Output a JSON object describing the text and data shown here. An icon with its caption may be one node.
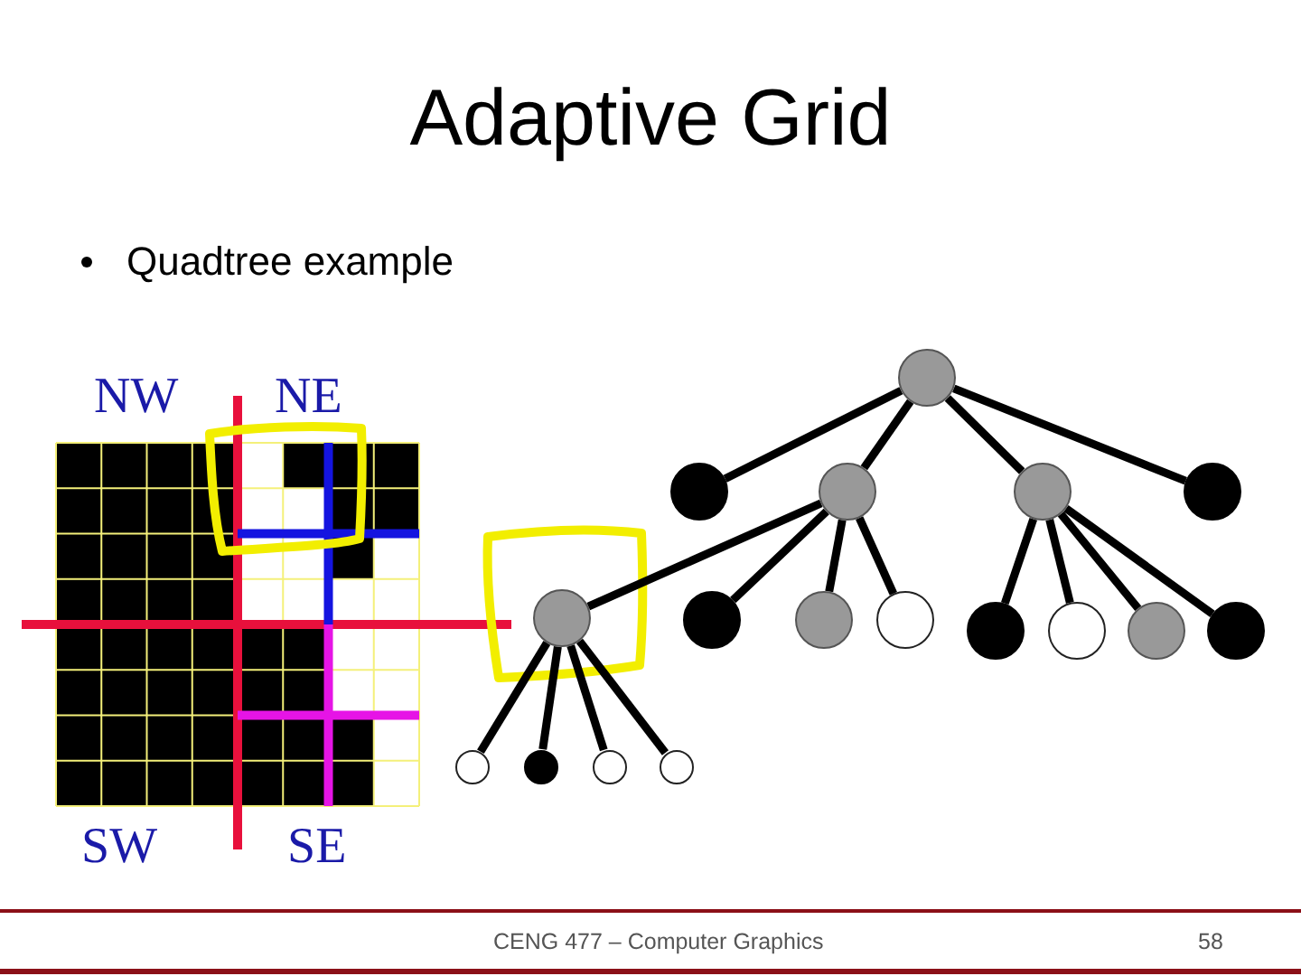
{
  "diagram": {
    "title": "Adaptive Grid",
    "nodes": [
      {
        "text": [],
        "shape": "circle"
      },
      {
        "text": [],
        "shape": "circle"
      },
      {
        "text": [],
        "shape": "circle"
      },
      {
        "text": [],
        "shape": "circle"
      },
      {
        "text": [],
        "shape": "circle"
      },
      {
        "text": [],
        "shape": "circle"
      },
      {
        "text": [],
        "shape": "circle"
      },
      {
        "text": [],
        "shape": "circle"
      },
      {
        "text": [],
        "shape": "circle"
      },
      {
        "text": [],
        "shape": "circle"
      },
      {
        "text": [],
        "shape": "circle"
      },
      {
        "text": [],
        "shape": "circle"
      },
      {
        "text": [],
        "shape": "circle"
      },
      {
        "text": [],
        "shape": "circle"
      },
      {
        "text": [],
        "shape": "circle"
      },
      {
        "text": [],
        "shape": "circle"
      },
      {
        "text": [],
        "shape": "circle"
      }
    ],
    "edges": [
      {
        "from": 0,
        "to": 1,
        "arrow": "none"
      },
      {
        "from": 0,
        "to": 2,
        "arrow": "none"
      },
      {
        "from": 0,
        "to": 3,
        "arrow": "none"
      },
      {
        "from": 0,
        "to": 4,
        "arrow": "none"
      },
      {
        "from": 2,
        "to": 5,
        "arrow": "none"
      },
      {
        "from": 2,
        "to": 6,
        "arrow": "none"
      },
      {
        "from": 2,
        "to": 7,
        "arrow": "none"
      },
      {
        "from": 2,
        "to": 8,
        "arrow": "none"
      },
      {
        "from": 3,
        "to": 9,
        "arrow": "none"
      },
      {
        "from": 3,
        "to": 10,
        "arrow": "none"
      },
      {
        "from": 3,
        "to": 11,
        "arrow": "none"
      },
      {
        "from": 3,
        "to": 12,
        "arrow": "none"
      },
      {
        "from": 5,
        "to": 13,
        "arrow": "none"
      },
      {
        "from": 5,
        "to": 14,
        "arrow": "none"
      },
      {
        "from": 5,
        "to": 15,
        "arrow": "none"
      },
      {
        "from": 5,
        "to": 16,
        "arrow": "none"
      }
    ],
    "labels": [
      "Quadtree example",
      "NW",
      "NE",
      "SW",
      "SE",
      "CENG 477 – Computer Graphics",
      "58"
    ]
  }
}
